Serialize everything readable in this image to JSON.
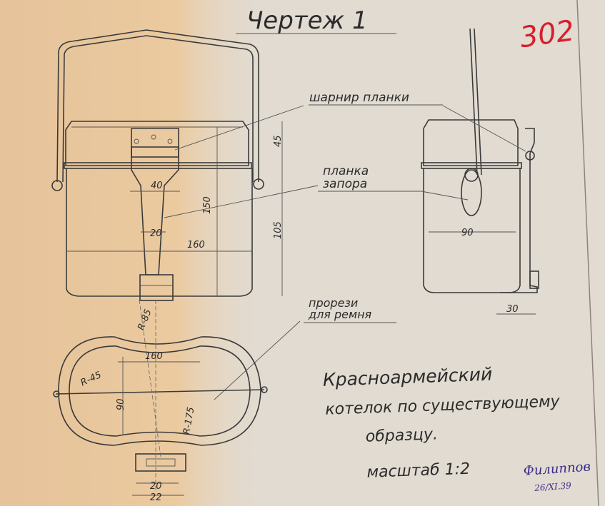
{
  "title": "Чертеж 1",
  "sheet_number": "302",
  "labels": {
    "hinge": "шарнир планки",
    "latch_line1": "планка",
    "latch_line2": "запора",
    "slots_line1": "прорези",
    "slots_line2": "для ремня"
  },
  "caption": {
    "line1": "Красноармейский",
    "line2": "котелок по существующему",
    "line3": "образцу.",
    "scale": "масштаб 1:2"
  },
  "signature": {
    "name": "Филиппов",
    "date": "26/XI.39"
  },
  "dimensions": {
    "front_45": "45",
    "front_40": "40",
    "front_150": "150",
    "front_20": "20",
    "front_160": "160",
    "front_105": "105",
    "side_90": "90",
    "side_30": "30",
    "top_r85": "R-85",
    "top_160": "160",
    "top_r45": "R-45",
    "top_90": "90",
    "top_r175": "R-175",
    "bottom_20": "20",
    "bottom_22": "22"
  },
  "colors": {
    "paper": "#e4ddd2",
    "paper_stain": "#e8c49a",
    "ink": "#2b2b2b",
    "red_ink": "#d81e2c",
    "violet_ink": "#3a2a8a"
  }
}
